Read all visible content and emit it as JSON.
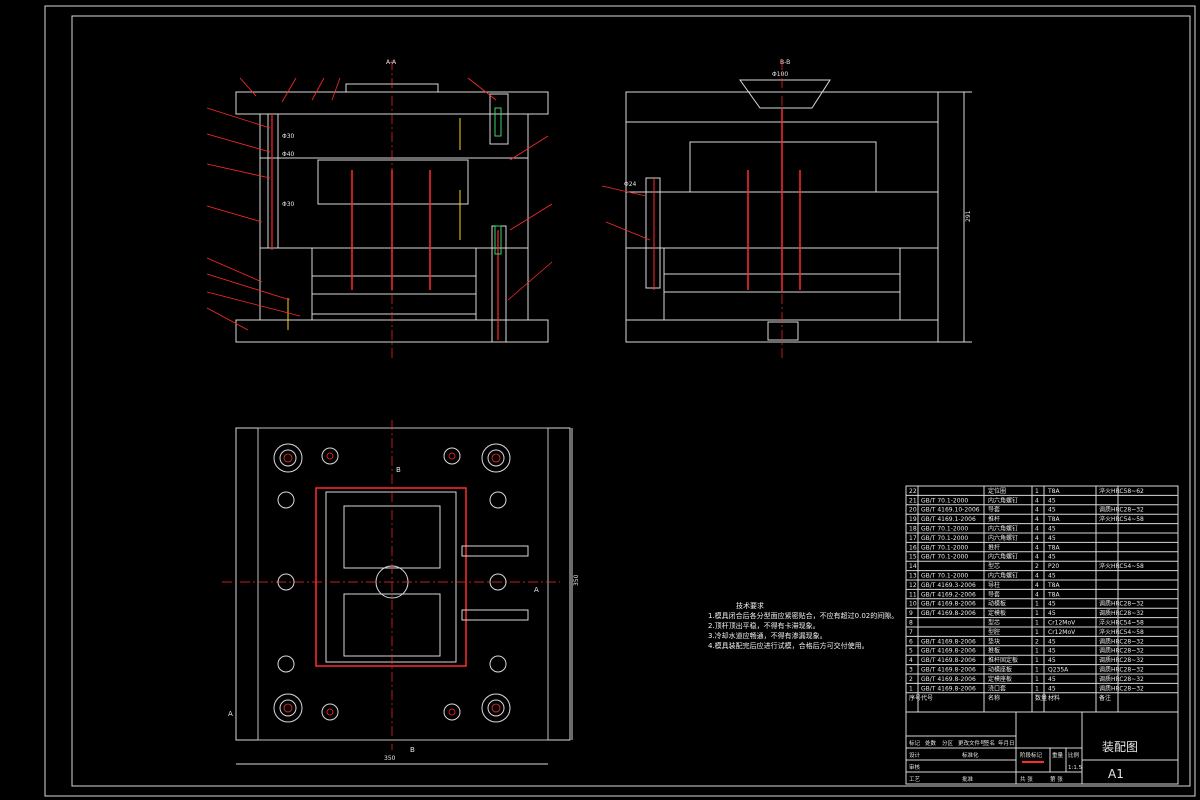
{
  "sheet": {
    "title_cn": "装配图",
    "size_code": "A1",
    "scale_label": "1:1.5"
  },
  "views": {
    "section_aa_label": "A-A",
    "section_bb_label": "B-B",
    "dim_phi100": "Φ100",
    "dim_291": "291",
    "dim_350_v": "350",
    "dim_350_h": "350",
    "dim_phi30a": "Φ30",
    "dim_phi40": "Φ40",
    "dim_phi30b": "Φ30",
    "dim_phi24": "Φ24"
  },
  "markers": {
    "A_left": "A",
    "A_right": "A",
    "B_top": "B",
    "B_bottom": "B"
  },
  "notes": {
    "title": "技术要求",
    "items": [
      "1.模具闭合后各分型面应紧密贴合，不应有超过0.02的间隙。",
      "2.顶杆顶出平稳，不得有卡滞现象。",
      "3.冷却水道应畅通，不得有渗漏现象。",
      "4.模具装配完后应进行试模，合格后方可交付使用。"
    ]
  },
  "bom": {
    "rows": [
      {
        "no": "22",
        "std": "",
        "name": "定位圈",
        "qty": "1",
        "mat": "T8A",
        "note": "淬火HRC58~62"
      },
      {
        "no": "21",
        "std": "GB/T 70.1-2000",
        "name": "内六角螺钉",
        "qty": "4",
        "mat": "45",
        "note": ""
      },
      {
        "no": "20",
        "std": "GB/T 4169.10-2006",
        "name": "导套",
        "qty": "4",
        "mat": "45",
        "note": "调质HRC28~32"
      },
      {
        "no": "19",
        "std": "GB/T 4169.1-2006",
        "name": "推杆",
        "qty": "4",
        "mat": "T8A",
        "note": "淬火HRC54~58"
      },
      {
        "no": "18",
        "std": "GB/T 70.1-2000",
        "name": "内六角螺钉",
        "qty": "4",
        "mat": "45",
        "note": ""
      },
      {
        "no": "17",
        "std": "GB/T 70.1-2000",
        "name": "内六角螺钉",
        "qty": "4",
        "mat": "45",
        "note": ""
      },
      {
        "no": "16",
        "std": "GB/T 70.1-2000",
        "name": "推杆",
        "qty": "4",
        "mat": "T8A",
        "note": ""
      },
      {
        "no": "15",
        "std": "GB/T 70.1-2000",
        "name": "内六角螺钉",
        "qty": "4",
        "mat": "45",
        "note": ""
      },
      {
        "no": "14",
        "std": "",
        "name": "型芯",
        "qty": "2",
        "mat": "P20",
        "note": "淬火HRC54~58"
      },
      {
        "no": "13",
        "std": "GB/T 70.1-2000",
        "name": "内六角螺钉",
        "qty": "4",
        "mat": "45",
        "note": ""
      },
      {
        "no": "12",
        "std": "GB/T 4169.3-2006",
        "name": "导柱",
        "qty": "4",
        "mat": "T8A",
        "note": ""
      },
      {
        "no": "11",
        "std": "GB/T 4169.2-2006",
        "name": "导套",
        "qty": "4",
        "mat": "T8A",
        "note": ""
      },
      {
        "no": "10",
        "std": "GB/T 4169.8-2006",
        "name": "动模板",
        "qty": "1",
        "mat": "45",
        "note": "调质HRC28~32"
      },
      {
        "no": "9",
        "std": "GB/T 4169.8-2006",
        "name": "定模板",
        "qty": "1",
        "mat": "45",
        "note": "调质HRC28~32"
      },
      {
        "no": "8",
        "std": "",
        "name": "型芯",
        "qty": "1",
        "mat": "Cr12MoV",
        "note": "淬火HRC54~58"
      },
      {
        "no": "7",
        "std": "",
        "name": "型腔",
        "qty": "1",
        "mat": "Cr12MoV",
        "note": "淬火HRC54~58"
      },
      {
        "no": "6",
        "std": "GB/T 4169.8-2006",
        "name": "垫块",
        "qty": "2",
        "mat": "45",
        "note": "调质HRC28~32"
      },
      {
        "no": "5",
        "std": "GB/T 4169.8-2006",
        "name": "推板",
        "qty": "1",
        "mat": "45",
        "note": "调质HRC28~32"
      },
      {
        "no": "4",
        "std": "GB/T 4169.8-2006",
        "name": "推杆固定板",
        "qty": "1",
        "mat": "45",
        "note": "调质HRC28~32"
      },
      {
        "no": "3",
        "std": "GB/T 4169.8-2006",
        "name": "动模座板",
        "qty": "1",
        "mat": "Q235A",
        "note": "调质HRC28~32"
      },
      {
        "no": "2",
        "std": "GB/T 4169.8-2006",
        "name": "定模座板",
        "qty": "1",
        "mat": "45",
        "note": "调质HRC28~32"
      },
      {
        "no": "1",
        "std": "GB/T 4169.8-2006",
        "name": "浇口套",
        "qty": "1",
        "mat": "45",
        "note": "调质HRC28~32"
      }
    ],
    "header": {
      "no": "序号",
      "std": "代号",
      "name": "名称",
      "qty": "数量",
      "mat": "材料",
      "note": "备注"
    }
  },
  "titleblock": {
    "mark": "标记",
    "count": "处数",
    "zone": "分区",
    "change_doc": "更改文件号",
    "sign": "签名",
    "date": "年月日",
    "design": "设计",
    "standard": "标准化",
    "stage": "阶段标记",
    "weight": "重量",
    "ratio": "比例",
    "audit": "审核",
    "process": "工艺",
    "approve": "批准",
    "sheets_total": "共 张",
    "sheet_no": "第 张"
  }
}
